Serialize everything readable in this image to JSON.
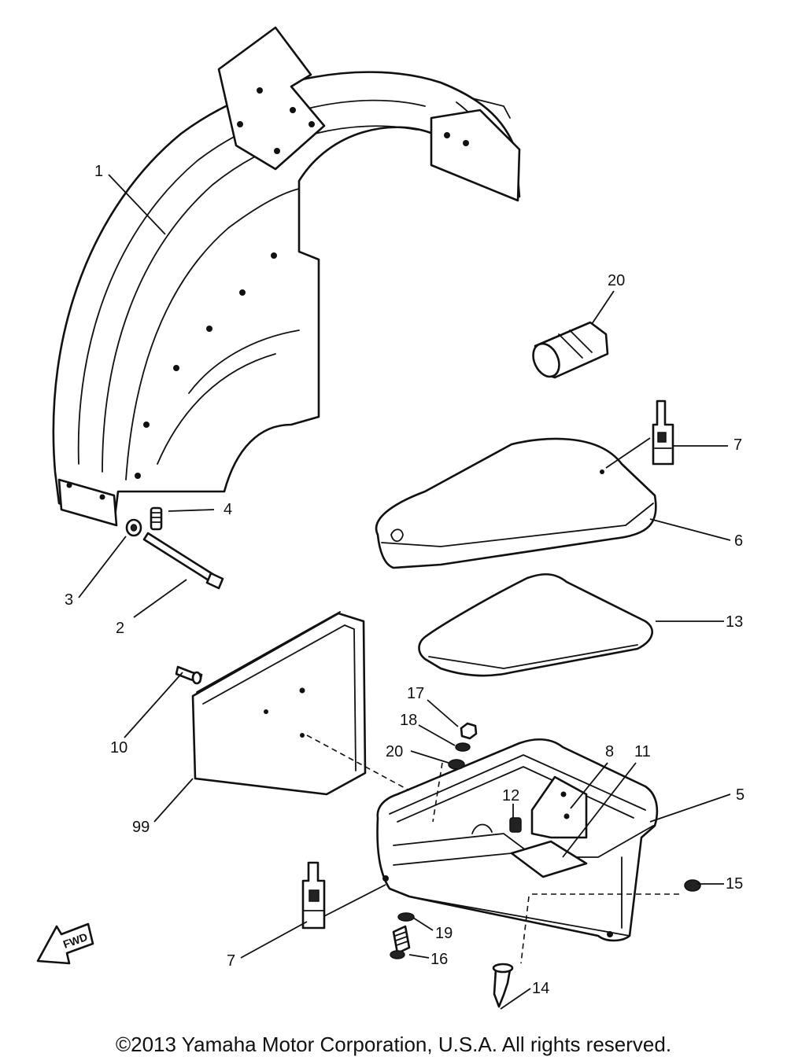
{
  "callouts": {
    "c1": "1",
    "c2": "2",
    "c3": "3",
    "c4": "4",
    "c5": "5",
    "c6": "6",
    "c7a": "7",
    "c7b": "7",
    "c8": "8",
    "c10": "10",
    "c11": "11",
    "c12": "12",
    "c13": "13",
    "c14": "14",
    "c15": "15",
    "c16": "16",
    "c17": "17",
    "c18": "18",
    "c19": "19",
    "c20a": "20",
    "c20b": "20",
    "c99": "99"
  },
  "fwd_label": "FWD",
  "copyright": "©2013 Yamaha Motor Corporation, U.S.A. All rights reserved.",
  "colors": {
    "ink": "#111111",
    "background": "#ffffff"
  }
}
